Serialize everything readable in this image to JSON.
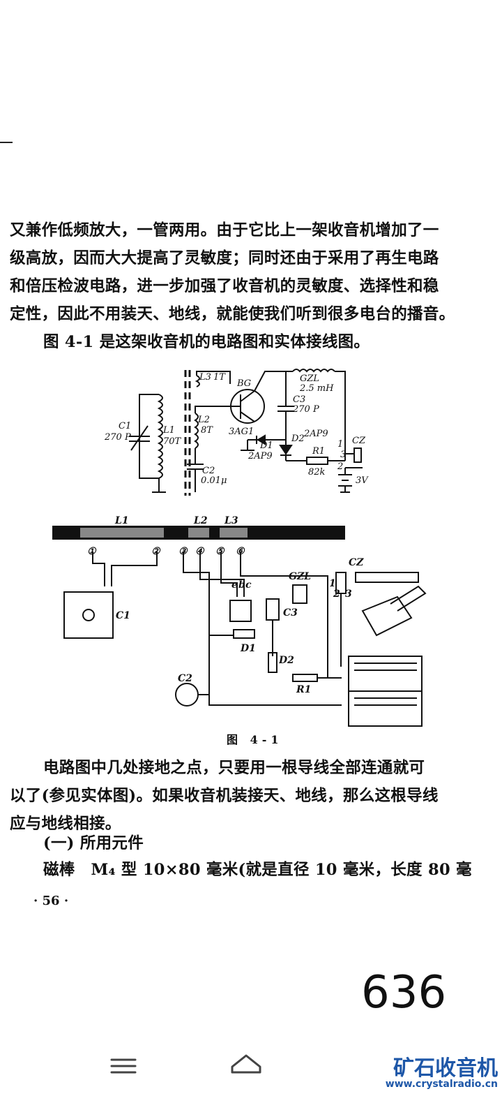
{
  "paragraph1": {
    "lines": [
      "又兼作低频放大，一管两用。由于它比上一架收音机增加了一",
      "级高放，因而大大提高了灵敏度；同时还由于采用了再生电路",
      "和倍压检波电路，进一步加强了收音机的灵敏度、选择性和稳",
      "定性，因此不用装天、地线，就能使我们听到很多电台的播音。",
      "图 4-1 是这架收音机的电路图和实体接线图。"
    ]
  },
  "figure": {
    "caption": "图 4-1",
    "schematic_labels": {
      "l3": "L3",
      "l3_turns": "1T",
      "bg": "BG",
      "gzl": "GZL",
      "gzl_val": "2.5 mH",
      "c3": "C3",
      "c3_val": "270 P",
      "c1": "C1",
      "c1_val": "270 P",
      "l1": "L1",
      "l1_turns": "70T",
      "l2": "L2",
      "l2_turns": "8T",
      "bg_type": "3AG1",
      "d1": "D1",
      "d1_type": "2AP9",
      "d2": "D2",
      "d2_type": "2AP9",
      "r1": "R1",
      "r1_val": "82k",
      "cz": "CZ",
      "c2": "C2",
      "c2_val": "0.01μ",
      "batt": "3V",
      "pin1": "1",
      "pin2": "2",
      "pin3": "3"
    },
    "wiring_labels": {
      "l1": "L1",
      "l2": "L2",
      "l3": "L3",
      "t1": "①",
      "t2": "②",
      "t3": "③",
      "t4": "④",
      "t5": "⑤",
      "t6": "⑥",
      "c1": "C1",
      "gzl": "GZL",
      "cz": "CZ",
      "c3": "C3",
      "d1": "D1",
      "d2": "D2",
      "c2": "C2",
      "r1": "R1",
      "e": "e",
      "b": "b",
      "c": "c",
      "p1": "1",
      "p2": "2",
      "p3": "3"
    }
  },
  "paragraph2": {
    "lines": [
      "电路图中几处接地之点，只要用一根导线全部连通就可",
      "以了(参见实体图)。如果收音机装接天、地线，那么这根导线",
      "应与地线相接。"
    ]
  },
  "section_heading": "(一) 所用元件",
  "parts_line": "磁棒　M₄ 型 10×80 毫米(就是直径 10 毫米，长度 80 毫",
  "page_number": "· 56 ·",
  "overlay_number": "636",
  "navbar": {
    "menu_icon": "menu-icon",
    "home_icon": "home-icon"
  },
  "watermark": {
    "title": "矿石收音机",
    "url": "www.crystalradio.cn"
  }
}
